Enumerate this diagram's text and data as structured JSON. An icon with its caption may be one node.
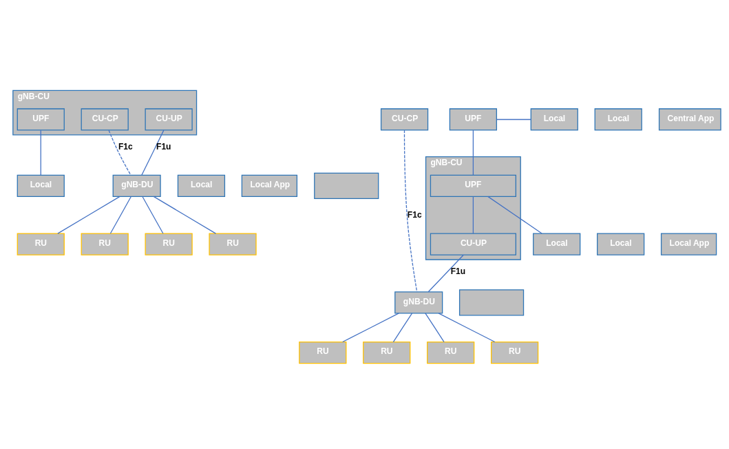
{
  "diagram": {
    "nodes": [
      {
        "text": [
          "gNB-CU"
        ]
      },
      {
        "text": [
          "UPF"
        ],
        "in": 0
      },
      {
        "text": [
          "CU-CP"
        ],
        "in": 0
      },
      {
        "text": [
          "CU-UP"
        ],
        "in": 0
      },
      {
        "text": [
          "Local"
        ]
      },
      {
        "text": [
          "Local"
        ]
      },
      {
        "text": [
          "Local App"
        ]
      },
      {
        "text": [],
        "shape": "box"
      },
      {
        "text": [
          "gNB-DU"
        ]
      },
      {
        "text": [
          "RU"
        ]
      },
      {
        "text": [
          "RU"
        ]
      },
      {
        "text": [
          "RU"
        ]
      },
      {
        "text": [
          "RU"
        ]
      },
      {
        "text": [
          "CU-CP"
        ]
      },
      {
        "text": [
          "UPF"
        ]
      },
      {
        "text": [
          "Local"
        ]
      },
      {
        "text": [
          "Local"
        ]
      },
      {
        "text": [
          "Central App"
        ]
      },
      {
        "text": [
          "gNB-CU"
        ]
      },
      {
        "text": [
          "UPF"
        ],
        "in": 18
      },
      {
        "text": [
          "CU-UP"
        ],
        "in": 18
      },
      {
        "text": [
          "Local"
        ]
      },
      {
        "text": [
          "Local"
        ]
      },
      {
        "text": [
          "Local App"
        ]
      },
      {
        "text": [],
        "shape": "box"
      },
      {
        "text": [
          "gNB-DU"
        ]
      },
      {
        "text": [
          "RU"
        ]
      },
      {
        "text": [
          "RU"
        ]
      },
      {
        "text": [
          "RU"
        ]
      },
      {
        "text": [
          "RU"
        ]
      }
    ],
    "edges": [
      {
        "from": 1,
        "to": 4,
        "arrow": "none"
      },
      {
        "from": 2,
        "to": 8,
        "arrow": "none",
        "style": "dashed",
        "label": "F1c"
      },
      {
        "from": 3,
        "to": 8,
        "arrow": "none",
        "label": "F1u"
      },
      {
        "from": 8,
        "to": 10,
        "arrow": "none"
      },
      {
        "from": 8,
        "to": 9,
        "arrow": "none"
      },
      {
        "from": 8,
        "to": 12,
        "arrow": "none"
      },
      {
        "from": 8,
        "to": 11,
        "arrow": "none"
      },
      {
        "from": 14,
        "to": 15,
        "arrow": "none"
      },
      {
        "from": 14,
        "to": 19,
        "arrow": "none"
      },
      {
        "from": 19,
        "to": 21,
        "arrow": "none"
      },
      {
        "from": 19,
        "to": 20,
        "arrow": "none"
      },
      {
        "from": 13,
        "to": 25,
        "arrow": "none",
        "style": "dashed",
        "label": "F1c"
      },
      {
        "from": 20,
        "to": 25,
        "arrow": "none",
        "label": "F1u"
      },
      {
        "from": 25,
        "to": 27,
        "arrow": "none"
      },
      {
        "from": 25,
        "to": 26,
        "arrow": "none"
      },
      {
        "from": 25,
        "to": 29,
        "arrow": "none"
      },
      {
        "from": 25,
        "to": 28,
        "arrow": "none"
      }
    ]
  }
}
